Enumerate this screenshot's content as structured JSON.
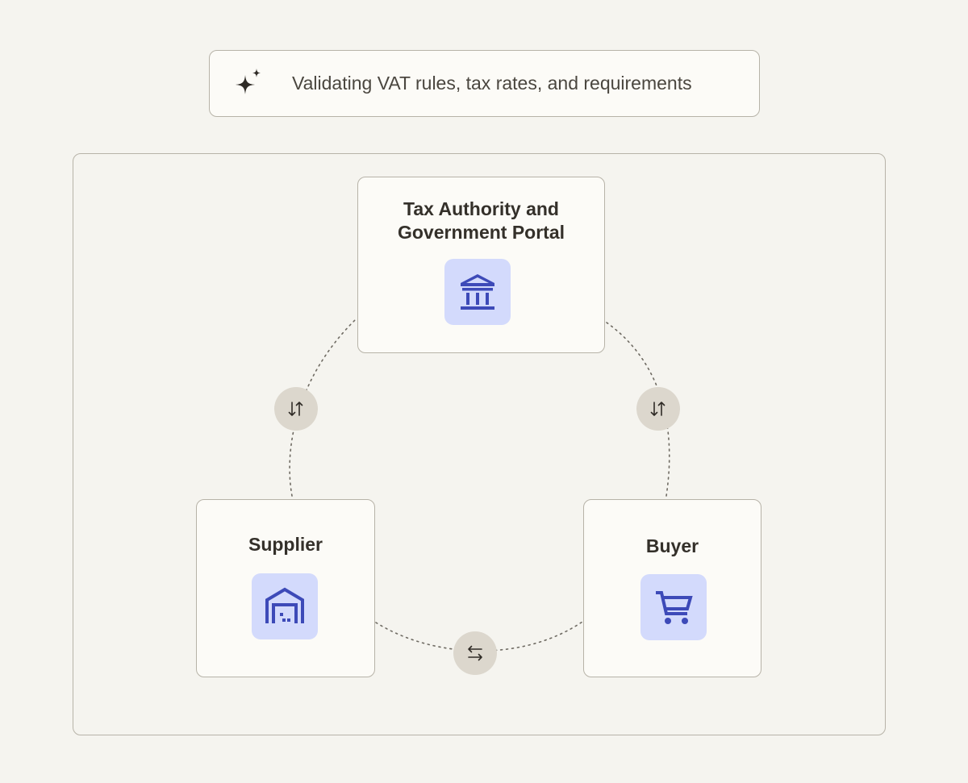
{
  "banner": {
    "icon": "sparkle-icon",
    "text": "Validating VAT rules, tax rates, and requirements"
  },
  "diagram": {
    "nodes": {
      "tax_authority": {
        "title_line1": "Tax Authority and",
        "title_line2": "Government Portal",
        "icon": "bank-building-icon"
      },
      "supplier": {
        "title": "Supplier",
        "icon": "warehouse-icon"
      },
      "buyer": {
        "title": "Buyer",
        "icon": "shopping-cart-icon"
      }
    },
    "connectors": [
      {
        "from": "supplier",
        "to": "tax_authority",
        "icon": "vertical-exchange-arrows-icon"
      },
      {
        "from": "tax_authority",
        "to": "buyer",
        "icon": "vertical-exchange-arrows-icon"
      },
      {
        "from": "supplier",
        "to": "buyer",
        "icon": "horizontal-exchange-arrows-icon"
      }
    ],
    "colors": {
      "background": "#f5f4ef",
      "card": "#fcfbf7",
      "border": "#b7b3a8",
      "icon_tile": "#d3dafc",
      "icon_accent": "#3d4ab8",
      "swap_badge": "#dcd7cd",
      "text": "#34302a"
    }
  }
}
